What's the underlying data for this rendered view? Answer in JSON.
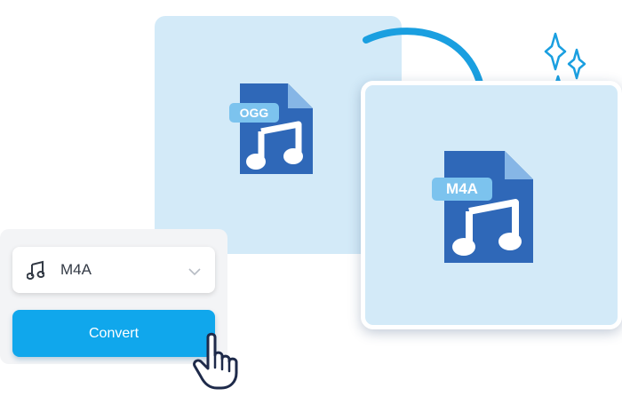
{
  "source_file": {
    "format": "OGG",
    "icon": "ogg-file-icon"
  },
  "target_file": {
    "format": "M4A",
    "icon": "m4a-file-icon"
  },
  "converter": {
    "format_select": {
      "value": "M4A",
      "icon": "music-note-icon",
      "dropdown_icon": "chevron-down-icon"
    },
    "convert_label": "Convert"
  },
  "colors": {
    "card_bg": "#d3eaf8",
    "file_blue": "#2f68b8",
    "badge_blue": "#7cc3ee",
    "button_blue": "#10a7ec",
    "arrow_blue": "#1a9fe0"
  }
}
